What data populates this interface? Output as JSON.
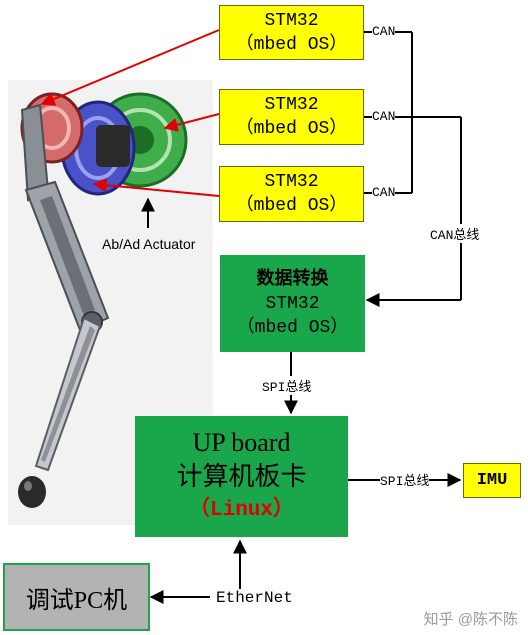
{
  "stm_boxes": [
    {
      "line1": "STM32",
      "line2": "（mbed OS）"
    },
    {
      "line1": "STM32",
      "line2": "（mbed OS）"
    },
    {
      "line1": "STM32",
      "line2": "（mbed OS）"
    }
  ],
  "can_labels": [
    "CAN",
    "CAN",
    "CAN"
  ],
  "can_bus_label": "CAN总线",
  "actuator_label": "Ab/Ad Actuator",
  "converter": {
    "line1": "数据转换",
    "line2": "STM32",
    "line3": "（mbed OS）"
  },
  "spi_bus_label_1": "SPI总线",
  "spi_bus_label_2": "SPI总线",
  "upboard": {
    "line1": "UP board",
    "line2": "计算机板卡",
    "line3": "（Linux）"
  },
  "imu_label": "IMU",
  "pc_label": "调试PC机",
  "ethernet_label": "EtherNet",
  "watermark": "知乎 @陈不陈",
  "colors": {
    "yellow": "#ffff00",
    "green": "#1aa64a",
    "red": "#e00000",
    "gray": "#b3b3b3"
  }
}
